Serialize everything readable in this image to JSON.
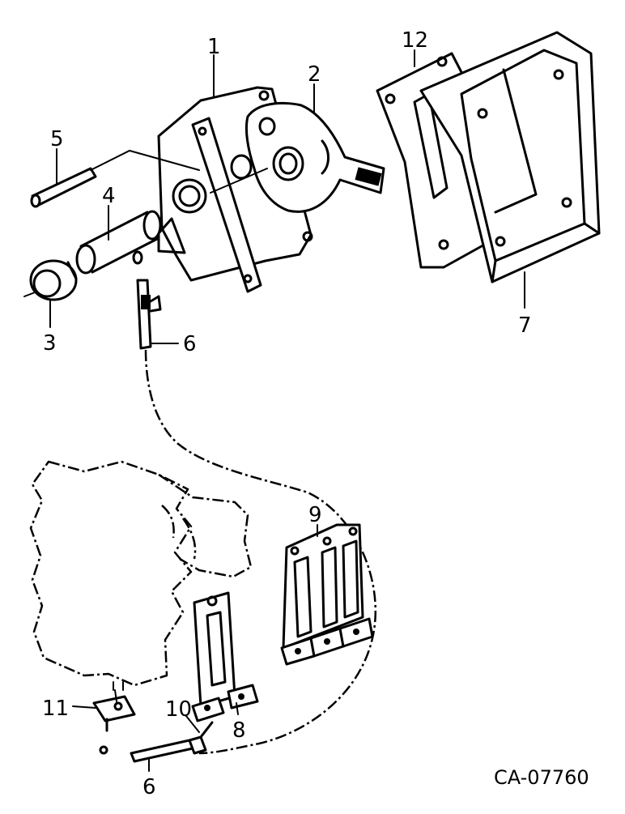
{
  "callouts": {
    "c1": "1",
    "c2": "2",
    "c3": "3",
    "c4": "4",
    "c5": "5",
    "c6a": "6",
    "c6b": "6",
    "c7": "7",
    "c8": "8",
    "c9": "9",
    "c10": "10",
    "c11": "11",
    "c12": "12"
  },
  "drawing_number": "CA-07760"
}
